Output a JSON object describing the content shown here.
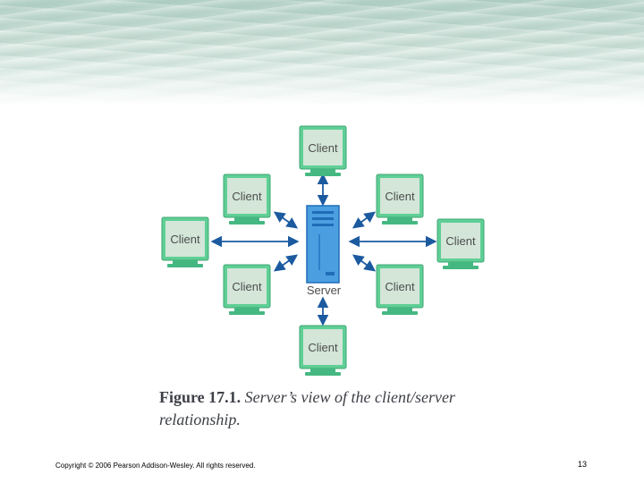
{
  "diagram": {
    "client_label": "Client",
    "server_label": "Server",
    "colors": {
      "monitor_frame": "#5fcf95",
      "monitor_screen": "#d3e6d8",
      "monitor_base": "#45b882",
      "server_body": "#4b9fe0",
      "server_dark": "#1f6cb8",
      "arrow": "#1c5aa0"
    }
  },
  "caption": {
    "label": "Figure 17.1.",
    "text": "Server’s view of the client/server relationship."
  },
  "footer": {
    "copyright": "Copyright © 2006 Pearson Addison-Wesley. All rights reserved.",
    "page": "13"
  }
}
